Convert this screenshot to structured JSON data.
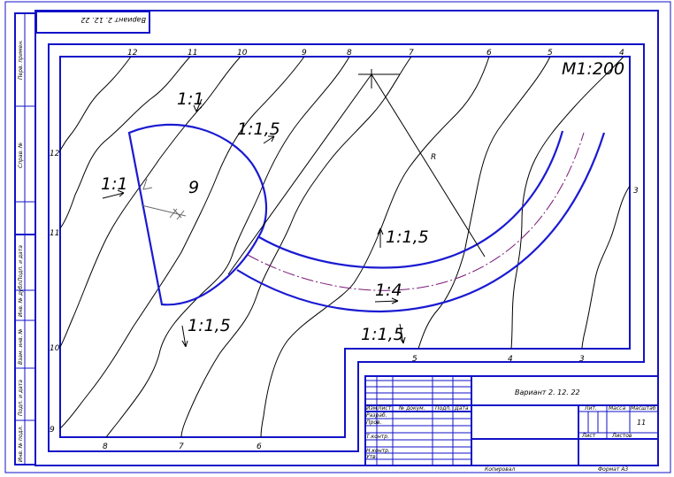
{
  "drawing": {
    "title": "Вариант 2. 12. 22",
    "title_mirrored": "Вариант 2. 12. 22",
    "scale": "М1:200",
    "sheet": "11",
    "format": "Формат   А3",
    "copied": "Копировал"
  },
  "side_strip": {
    "perv_primen": "Перв. примен.",
    "sprav_no": "Справ. №",
    "podp_data_1": "Подп. и дата",
    "inv_dubl": "Инв. № дубл.",
    "vzam_inv": "Взам. инв. №",
    "podp_data_2": "Подп. и дата",
    "inv_podl": "Инв. № подл."
  },
  "title_block": {
    "col_izm": "Изм",
    "col_list": "Лист",
    "col_doc": "№ докум.",
    "col_podp": "Подп.",
    "col_data": "Дата",
    "row_razrab": "Разраб.",
    "row_prov": "Пров.",
    "row_tkontr": "Т.контр.",
    "row_nkontr": "Н.контр.",
    "row_utv": "Утв.",
    "lit": "Лит.",
    "massa": "Масса",
    "masshtab": "Масштаб",
    "list": "Лист",
    "listov": "Листов"
  },
  "slopes": {
    "s1": "1:1",
    "s2": "1:1,5",
    "s3": "1:1",
    "s4": "1:1,5",
    "s5": "1:4",
    "s6": "1:1,5",
    "s7": "1:1,5"
  },
  "marks": {
    "platform_height": "9",
    "radius": "R"
  },
  "contours": {
    "top": [
      "12",
      "11",
      "10",
      "9",
      "8",
      "7",
      "6",
      "5",
      "4"
    ],
    "left": [
      "12",
      "11",
      "10",
      "9"
    ],
    "right": "3",
    "bottom": [
      "8",
      "7",
      "6",
      "5",
      "4",
      "3"
    ]
  }
}
